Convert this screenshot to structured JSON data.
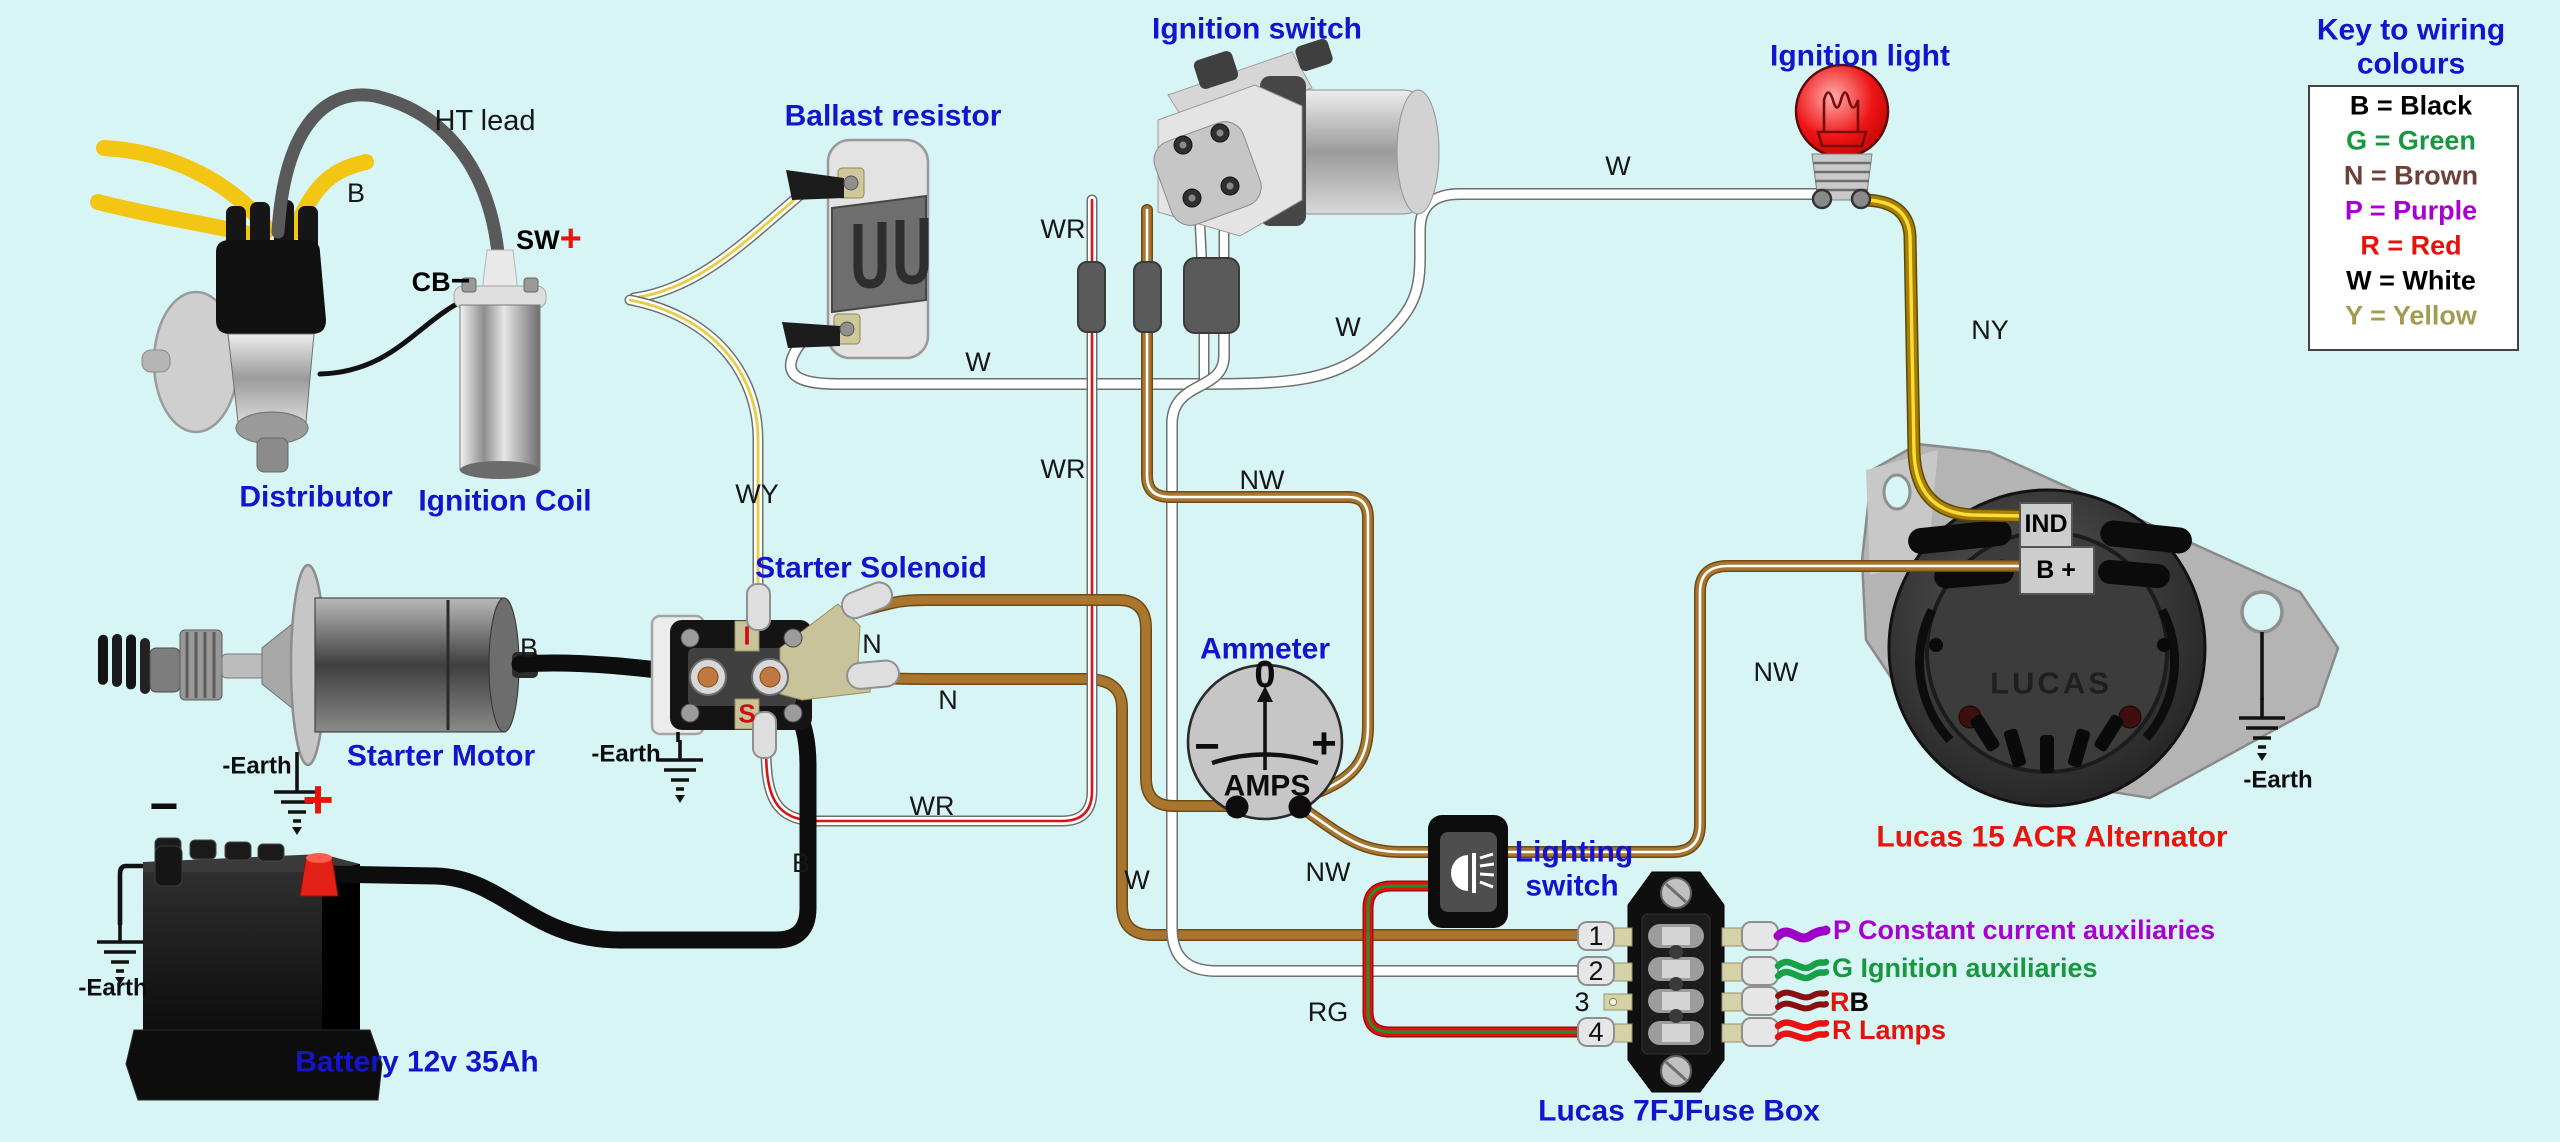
{
  "key_panel": {
    "title_line1": "Key to wiring",
    "title_line2": "colours",
    "entries": [
      {
        "text": "B = Black",
        "color": "#000000"
      },
      {
        "text": "G = Green",
        "color": "#17973f"
      },
      {
        "text": "N = Brown",
        "color": "#6d4137"
      },
      {
        "text": "P = Purple",
        "color": "#a800cf"
      },
      {
        "text": "R = Red",
        "color": "#e4120b"
      },
      {
        "text": "W = White",
        "color": "#000000"
      },
      {
        "text": "Y = Yellow",
        "color": "#a49b52"
      }
    ]
  },
  "components": {
    "distributor": "Distributor",
    "ht_lead": "HT lead",
    "ignition_coil": "Ignition Coil",
    "coil_cb": "CB",
    "coil_cb_sign": "−",
    "coil_sw": "SW",
    "coil_sw_sign": "+",
    "ballast": "Ballast resistor",
    "ignition_switch": "Ignition switch",
    "ignition_light": "Ignition light",
    "starter_solenoid": "Starter Solenoid",
    "solenoid_i": "I",
    "solenoid_s": "S",
    "starter_motor": "Starter Motor",
    "battery": "Battery 12v 35Ah",
    "battery_minus": "−",
    "battery_plus": "+",
    "ammeter": "Ammeter",
    "ammeter_zero": "0",
    "ammeter_minus": "−",
    "ammeter_plus": "+",
    "ammeter_amps": "AMPS",
    "lighting_switch_line1": "Lighting",
    "lighting_switch_line2": "switch",
    "fuse_box": "Lucas 7FJFuse Box",
    "alternator": "Lucas 15 ACR Alternator",
    "alternator_ind": "IND",
    "alternator_bplus": "B +",
    "alternator_brand": "LUCAS"
  },
  "wire_labels": {
    "w": "W",
    "wr": "WR",
    "wy": "WY",
    "ny": "NY",
    "n": "N",
    "nw": "NW",
    "rg": "RG",
    "b": "B",
    "earth": "-Earth"
  },
  "fuse_box": {
    "terminals": [
      "1",
      "2",
      "3",
      "4"
    ],
    "outputs": [
      {
        "parts": [
          {
            "text": "P Constant current auxiliaries",
            "color": "#a800cf"
          }
        ]
      },
      {
        "parts": [
          {
            "text": "G Ignition auxiliaries",
            "color": "#17973f"
          }
        ]
      },
      {
        "parts": [
          {
            "text": "R",
            "color": "#e4120b"
          },
          {
            "text": "B",
            "color": "#000000"
          }
        ]
      },
      {
        "parts": [
          {
            "text": "R Lamps",
            "color": "#e4120b"
          }
        ]
      }
    ]
  }
}
